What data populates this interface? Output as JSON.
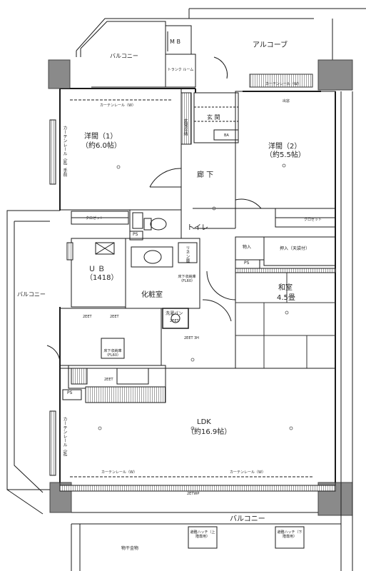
{
  "rooms": {
    "western1": {
      "name": "洋間（1）",
      "area": "（約6.0帖）"
    },
    "western2": {
      "name": "洋間（2）",
      "area": "（約5.5帖）"
    },
    "corridor": "廊 下",
    "entrance": "玄 関",
    "toilet": "トイレ",
    "ub": {
      "name": "Ｕ Ｂ",
      "size": "（1418）"
    },
    "powder_room": "化粧室",
    "washitsu": {
      "name": "和室",
      "area": "4.5畳"
    },
    "ldk": {
      "name": "LDK",
      "area": "（約16.9帖）"
    },
    "alcove": "アルコーブ",
    "balcony_top": "バルコニー",
    "balcony_left": "バルコニー",
    "balcony_bottom": "バルコニー"
  },
  "labels": {
    "mb": "M B",
    "trunk_room": "トランク ルーム",
    "curtain_rail": "カーテンレール（W）",
    "curtain_rail_short": "カーテンレール（W）",
    "curtain_rail_right": "カーテンレール（W）",
    "curtain_rail_v_left": "カーテンレール（W）手前",
    "curtain_rail_v_ldk": "カーテンレール（W）",
    "shoe_closet": "玄関収納",
    "closet": "クロゼット",
    "closet2": "クロゼット",
    "ps": "PS",
    "ps2": "PS",
    "ps3": "PS",
    "linen": "リネン庫",
    "oshiire_small": "物入",
    "oshiire": "押入（天袋付）",
    "floor_storage1": "床下収納庫（FL60）",
    "floor_storage2": "床下収納庫（FL60）",
    "washer_pan": "洗濯パン",
    "washer_pan_size": "2EET",
    "ba": "BA",
    "exit": "出窓",
    "dryer": "物干金物",
    "hatch_up": "避難ハッチ（上階専用）",
    "hatch_down": "避難ハッチ（下階専用）",
    "eet_a": "2EET",
    "eet_b": "2EET",
    "eet_c": "2EET",
    "eet_tp": "2ETWP",
    "h3": "3H",
    "eet_kitchen": "2EET"
  },
  "colors": {
    "line": "#1a1a1a",
    "hatch": "#555555",
    "wall": "#7a7a7a",
    "tatami": "#333333"
  }
}
